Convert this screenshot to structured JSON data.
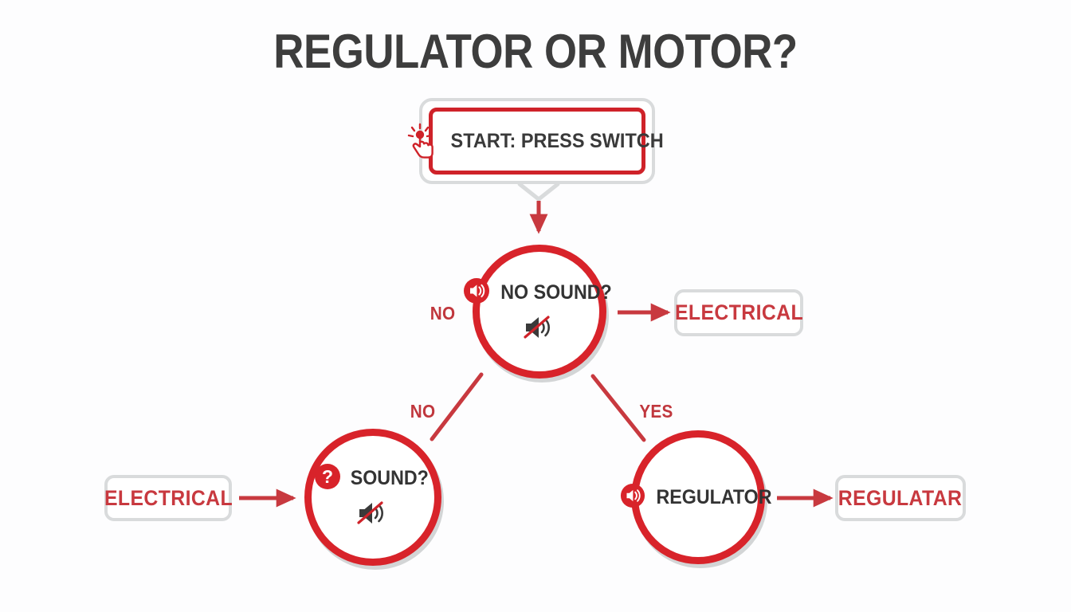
{
  "title": "REGULATOR OR MOTOR?",
  "colors": {
    "red": "#d8232a",
    "red_text": "#c8393f",
    "dark_text": "#3d3d3d",
    "gray_border": "#d9dbdc",
    "shadow_gray": "#d3d5d6",
    "background": "#fdfdfe",
    "mute_icon": "#3a3a3a"
  },
  "start": {
    "label": "START: PRESS SWITCH",
    "icon": "tap-click-icon"
  },
  "nodes": {
    "no_sound": {
      "label": "NO SOUND?",
      "icon": "speaker-circle-icon",
      "sub_icon": "speaker-muted-icon"
    },
    "sound": {
      "label": "SOUND?",
      "icon": "question-mark-circle-icon",
      "sub_icon": "speaker-muted-icon"
    },
    "regulator": {
      "label": "REGULATOR",
      "icon": "speaker-circle-icon"
    }
  },
  "terminals": {
    "electrical_right": "ELECTRICAL",
    "electrical_left": "ELECTRICAL",
    "regulatar_right": "REGULATAR"
  },
  "edges": {
    "left_no": "NO",
    "branch_no": "NO",
    "branch_yes": "YES"
  }
}
